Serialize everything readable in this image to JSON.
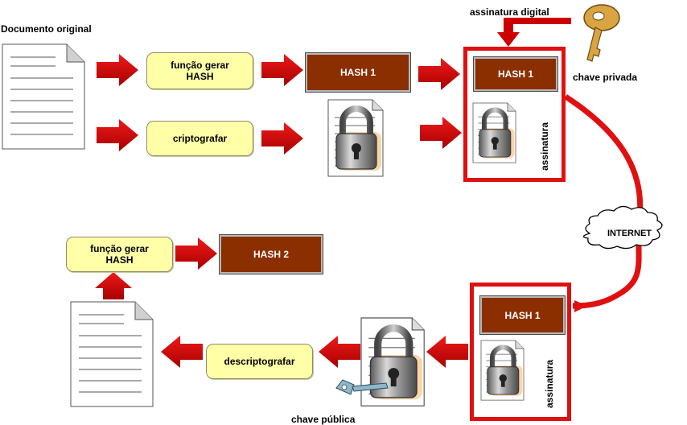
{
  "labels": {
    "documento_original": "Documento original",
    "assinatura_digital": "assinatura digital",
    "chave_privada": "chave privada",
    "chave_publica": "chave pública",
    "internet": "INTERNET"
  },
  "steps": {
    "funcao_gerar_hash_top": "função gerar\nHASH",
    "criptografar": "criptografar",
    "funcao_gerar_hash_bottom": "função gerar\nHASH",
    "descriptografar": "descriptografar"
  },
  "hashes": {
    "hash1_top": "HASH 1",
    "hash1_signed_top": "HASH 1",
    "hash1_signed_bottom": "HASH 1",
    "hash2": "HASH 2"
  },
  "signature": {
    "top": "assinatura",
    "bottom": "assinatura"
  },
  "colors": {
    "arrow": "#cc0000",
    "signature_border": "#e01010",
    "hash_fill": "#8b2e00",
    "step_fill": "#ffffa8",
    "key_gold": "#d9a441",
    "key_blue": "#8fb7c9"
  },
  "icons": [
    "document-icon",
    "padlock-icon",
    "key-icon",
    "cloud-icon",
    "arrow-icon"
  ]
}
